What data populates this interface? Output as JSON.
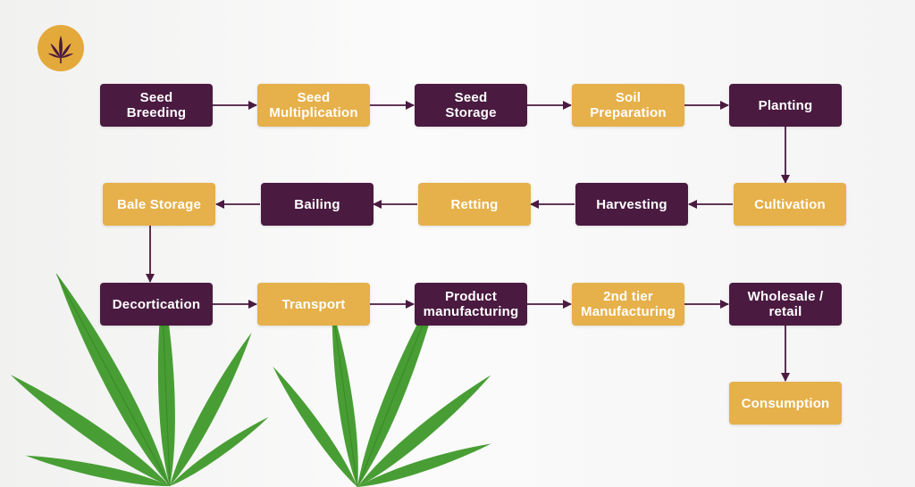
{
  "colors": {
    "dark": "#4a1a40",
    "gold": "#e6b04a",
    "arrow": "#4a1a40",
    "logo": "#e3a93b",
    "leaf": "#3f9a2a"
  },
  "logo": {
    "icon": "cannabis-leaf-icon"
  },
  "steps": {
    "seed_breeding": "Seed\nBreeding",
    "seed_multiplication": "Seed\nMultiplication",
    "seed_storage": "Seed\nStorage",
    "soil_preparation": "Soil\nPreparation",
    "planting": "Planting",
    "cultivation": "Cultivation",
    "harvesting": "Harvesting",
    "retting": "Retting",
    "bailing": "Bailing",
    "bale_storage": "Bale Storage",
    "decortication": "Decortication",
    "transport": "Transport",
    "product_manufacturing": "Product\nmanufacturing",
    "second_tier_manufacturing": "2nd tier\nManufacturing",
    "wholesale_retail": "Wholesale /\nretail",
    "consumption": "Consumption"
  },
  "flow": [
    [
      "seed_breeding",
      "seed_multiplication"
    ],
    [
      "seed_multiplication",
      "seed_storage"
    ],
    [
      "seed_storage",
      "soil_preparation"
    ],
    [
      "soil_preparation",
      "planting"
    ],
    [
      "planting",
      "cultivation"
    ],
    [
      "cultivation",
      "harvesting"
    ],
    [
      "harvesting",
      "retting"
    ],
    [
      "retting",
      "bailing"
    ],
    [
      "bailing",
      "bale_storage"
    ],
    [
      "bale_storage",
      "decortication"
    ],
    [
      "decortication",
      "transport"
    ],
    [
      "transport",
      "product_manufacturing"
    ],
    [
      "product_manufacturing",
      "second_tier_manufacturing"
    ],
    [
      "second_tier_manufacturing",
      "wholesale_retail"
    ],
    [
      "wholesale_retail",
      "consumption"
    ]
  ]
}
